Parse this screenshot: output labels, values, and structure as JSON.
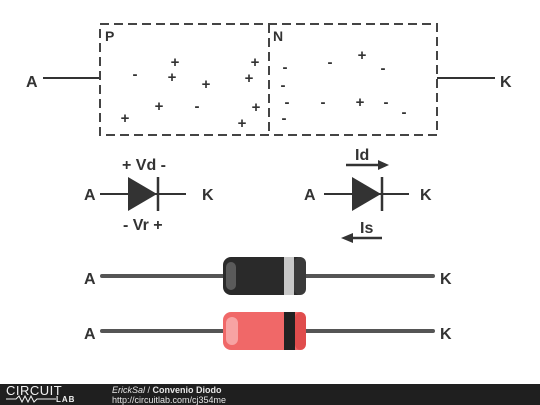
{
  "diagram": {
    "junction": {
      "p_label": "P",
      "n_label": "N",
      "p_carriers": [
        "+",
        "+",
        "-",
        "+",
        "+",
        "+",
        "+",
        "+",
        "-",
        "+",
        "+",
        "+",
        "+"
      ],
      "n_carriers": [
        "-",
        "-",
        "+",
        "-",
        "-",
        "-",
        "-",
        "+",
        "-",
        "-",
        "-"
      ],
      "anode": "A",
      "cathode": "K"
    },
    "diode_voltage": {
      "anode": "A",
      "cathode": "K",
      "vd_label": "+ Vd -",
      "vr_label": "- Vr +"
    },
    "diode_current": {
      "anode": "A",
      "cathode": "K",
      "id_label": "Id",
      "is_label": "Is"
    },
    "component_black": {
      "anode": "A",
      "cathode": "K",
      "colors": {
        "body": "#2a2a2a",
        "band": "#c8c8c8"
      }
    },
    "component_red": {
      "anode": "A",
      "cathode": "K",
      "colors": {
        "body": "#f06868",
        "band": "#222222"
      }
    }
  },
  "footer": {
    "logo_top": "CIRCUIT",
    "logo_bottom": "LAB",
    "author": "ErickSal",
    "separator": " / ",
    "title": "Convenio Diodo",
    "url": "http://circuitlab.com/cj354me"
  }
}
